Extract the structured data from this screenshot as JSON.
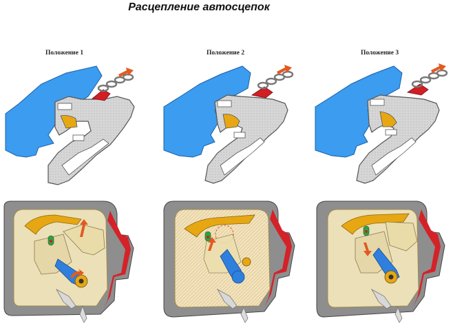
{
  "title": "Расцепление автосцепок",
  "positions": [
    {
      "label": "Положение 1"
    },
    {
      "label": "Положение 2"
    },
    {
      "label": "Положение 3"
    }
  ],
  "colors": {
    "coupler_body": "#3b9cf0",
    "lock_gray": "#c8c8c8",
    "lock_outline": "#555555",
    "chain": "#888888",
    "lifter_red": "#d11f24",
    "arrow_orange": "#e25a22",
    "detail_yellow": "#e7a712",
    "housing_cream": "#ece0b8",
    "housing_red": "#d42229",
    "lock_blue": "#2f7fde"
  }
}
